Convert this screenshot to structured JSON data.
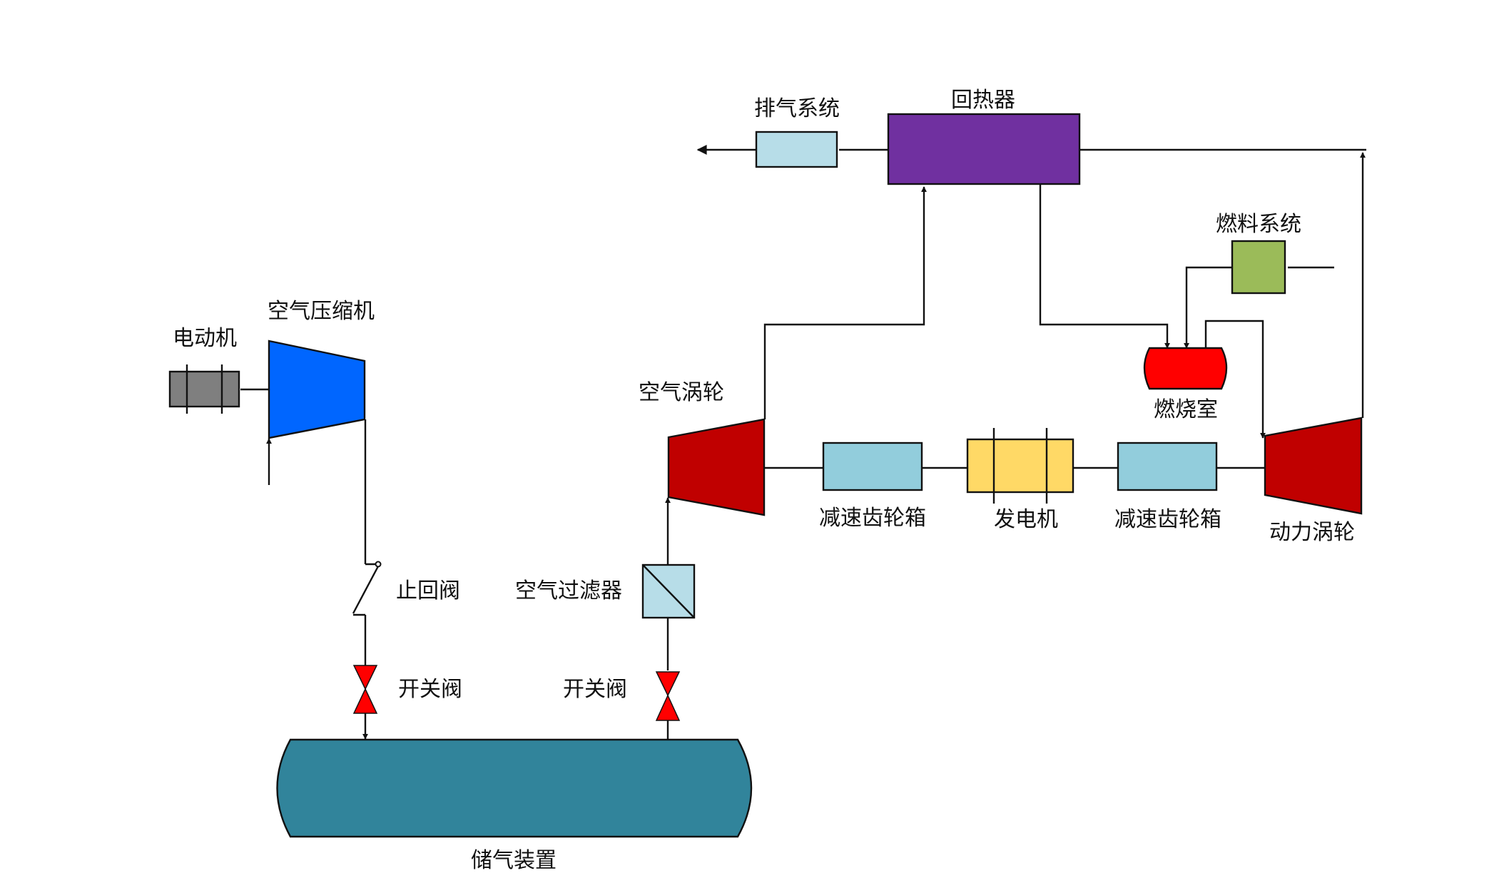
{
  "labels": {
    "exhaust": "排气系统",
    "recuperator": "回热器",
    "fuel_system": "燃料系统",
    "motor": "电动机",
    "compressor": "空气压缩机",
    "air_turbine": "空气涡轮",
    "combustor": "燃烧室",
    "gearbox_left": "减速齿轮箱",
    "generator": "发电机",
    "gearbox_right": "减速齿轮箱",
    "power_turbine": "动力涡轮",
    "check_valve": "止回阀",
    "air_filter": "空气过滤器",
    "valve_left": "开关阀",
    "valve_right": "开关阀",
    "storage": "储气装置"
  },
  "colors": {
    "exhaust": "#b7dde8",
    "recuperator": "#7030a0",
    "fuel_system": "#9bbb59",
    "motor": "#7f7f7f",
    "compressor": "#0066ff",
    "turbine": "#c00000",
    "combustor": "#ff0000",
    "gearbox": "#92cddc",
    "generator": "#ffd966",
    "filter": "#b7dde8",
    "valve": "#ff0000",
    "storage": "#31849b",
    "line": "#111111"
  }
}
